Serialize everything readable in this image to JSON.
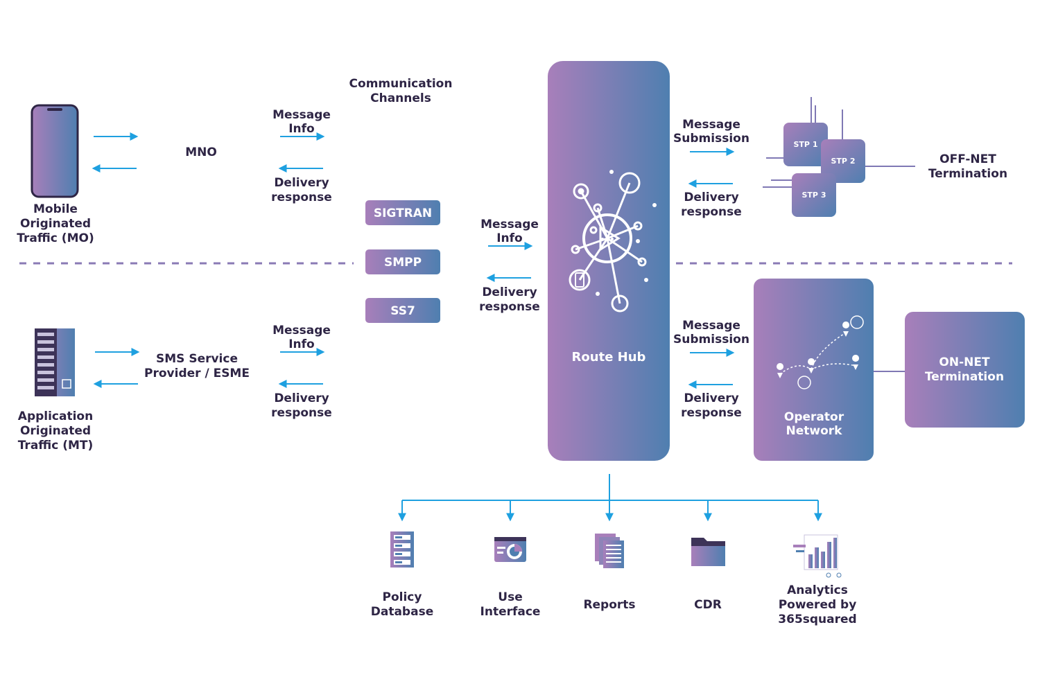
{
  "colors": {
    "text": "#2e2545",
    "arrow": "#1ea0e0",
    "grad_start": "#a87fba",
    "grad_end": "#4f7fb0",
    "dashed": "#8a7ab5",
    "stp_line": "#7f78b4"
  },
  "channels": {
    "title_line1": "Communication",
    "title_line2": "Channels",
    "items": [
      "SIGTRAN",
      "SMPP",
      "SS7"
    ]
  },
  "mo": {
    "icon": "smartphone-icon",
    "label_line1": "Mobile",
    "label_line2": "Originated",
    "label_line3": "Traffic (MO)",
    "mno": "MNO",
    "msg_info_line1": "Message",
    "msg_info_line2": "Info",
    "delivery_line1": "Delivery",
    "delivery_line2": "response"
  },
  "mt": {
    "icon": "server-rack-icon",
    "label_line1": "Application",
    "label_line2": "Originated",
    "label_line3": "Traffic (MT)",
    "provider_line1": "SMS Service",
    "provider_line2": "Provider / ESME",
    "msg_info_line1": "Message",
    "msg_info_line2": "Info",
    "delivery_line1": "Delivery",
    "delivery_line2": "response"
  },
  "hub": {
    "label": "Route Hub",
    "icon": "network-hub-icon",
    "msg_info_line1": "Message",
    "msg_info_line2": "Info",
    "delivery_line1": "Delivery",
    "delivery_line2": "response"
  },
  "offnet": {
    "msg_sub_line1": "Message",
    "msg_sub_line2": "Submission",
    "delivery_line1": "Delivery",
    "delivery_line2": "response",
    "stp1": "STP 1",
    "stp2": "STP 2",
    "stp3": "STP 3",
    "label_line1": "OFF-NET",
    "label_line2": "Termination"
  },
  "onnet": {
    "msg_sub_line1": "Message",
    "msg_sub_line2": "Submission",
    "delivery_line1": "Delivery",
    "delivery_line2": "response",
    "operator_line1": "Operator",
    "operator_line2": "Network",
    "label_line1": "ON-NET",
    "label_line2": "Termination"
  },
  "outputs": [
    {
      "icon": "database-icon",
      "line1": "Policy",
      "line2": "Database"
    },
    {
      "icon": "user-interface-icon",
      "line1": "Use",
      "line2": "Interface"
    },
    {
      "icon": "reports-icon",
      "line1": "Reports",
      "line2": ""
    },
    {
      "icon": "folder-icon",
      "line1": "CDR",
      "line2": ""
    },
    {
      "icon": "analytics-icon",
      "line1": "Analytics",
      "line2": "Powered by",
      "line3": "365squared"
    }
  ]
}
